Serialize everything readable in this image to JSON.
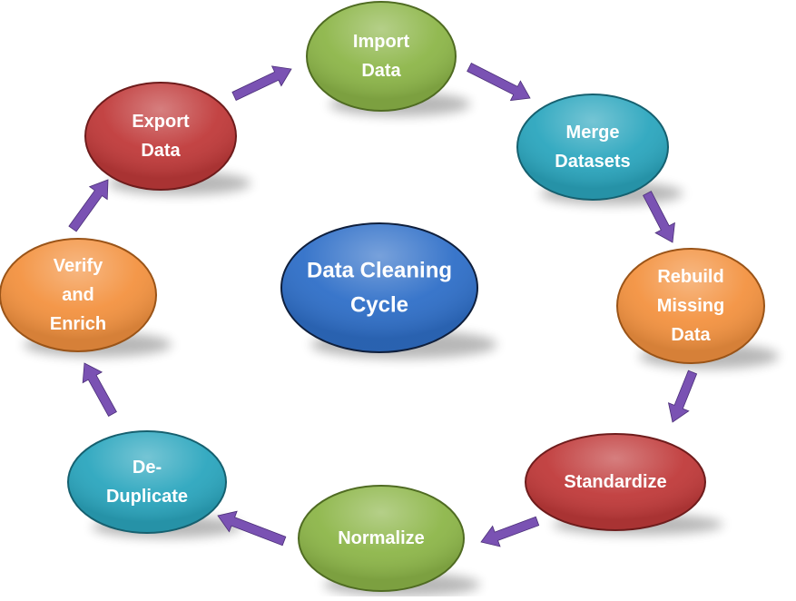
{
  "center": {
    "lines": [
      "Data Cleaning",
      "Cycle"
    ],
    "color": "#2f6fc8",
    "stroke": "#0f1f3c"
  },
  "arrow_color": "#7a52b3",
  "steps": [
    {
      "id": "import-data",
      "lines": [
        "Import",
        "Data"
      ],
      "color": "#8db649",
      "stroke": "#4f6b22"
    },
    {
      "id": "merge-datasets",
      "lines": [
        "Merge",
        "Datasets"
      ],
      "color": "#2ba6be",
      "stroke": "#16606f"
    },
    {
      "id": "rebuild-missing-data",
      "lines": [
        "Rebuild",
        "Missing",
        "Data"
      ],
      "color": "#f39240",
      "stroke": "#9a5418"
    },
    {
      "id": "standardize",
      "lines": [
        "Standardize"
      ],
      "color": "#c03a3a",
      "stroke": "#6e1c1c"
    },
    {
      "id": "normalize",
      "lines": [
        "Normalize"
      ],
      "color": "#8db649",
      "stroke": "#4f6b22"
    },
    {
      "id": "de-duplicate",
      "lines": [
        "De-",
        "Duplicate"
      ],
      "color": "#2ba6be",
      "stroke": "#16606f"
    },
    {
      "id": "verify-and-enrich",
      "lines": [
        "Verify",
        "and",
        "Enrich"
      ],
      "color": "#f39240",
      "stroke": "#9a5418"
    },
    {
      "id": "export-data",
      "lines": [
        "Export",
        "Data"
      ],
      "color": "#c03a3a",
      "stroke": "#6e1c1c"
    }
  ]
}
